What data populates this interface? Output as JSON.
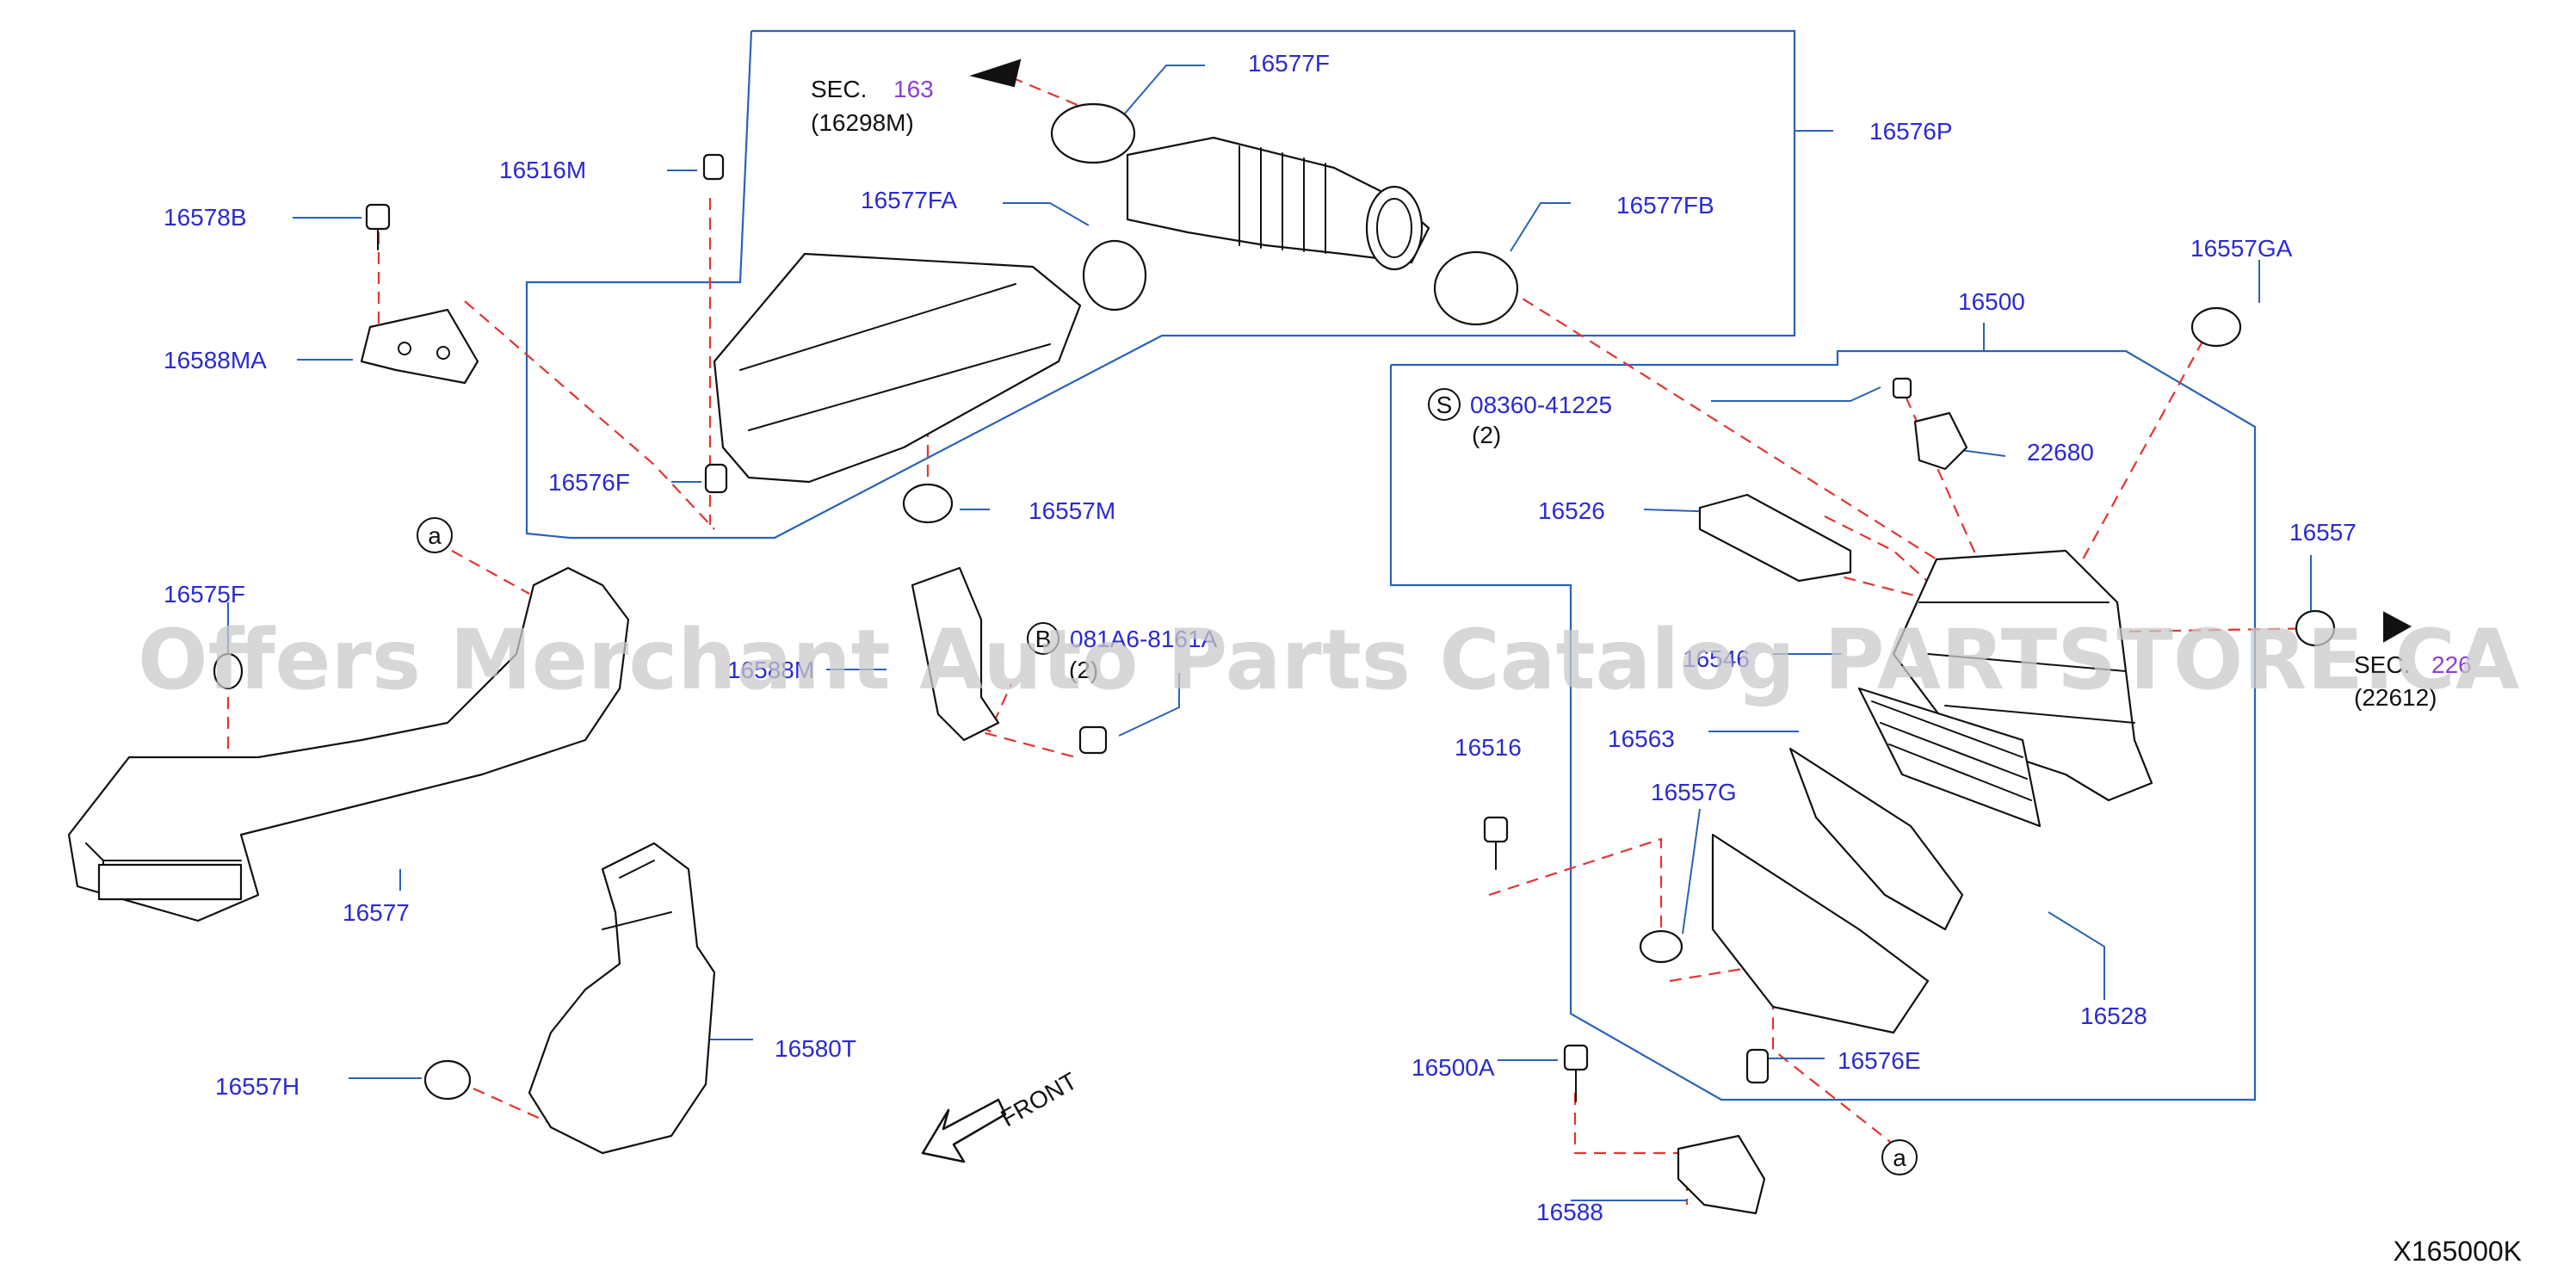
{
  "diagram": {
    "watermark": "Offers Merchant Auto Parts Catalog PARTSTORE.CA",
    "diagram_code": "X165000K",
    "front_label": "FRONT",
    "section_refs": {
      "sec163": {
        "prefix": "SEC.",
        "number": "163",
        "sub": "(16298M)"
      },
      "sec226": {
        "prefix": "SEC.",
        "number": "226",
        "sub": "(22612)"
      }
    },
    "bolt_refs": {
      "s_bolt": {
        "symbol": "S",
        "number": "08360-41225",
        "qty": "(2)"
      },
      "b_bolt": {
        "symbol": "B",
        "number": "081A6-8161A",
        "qty": "(2)"
      }
    },
    "ref_markers": {
      "a1": "a",
      "a2": "a"
    },
    "parts": {
      "p16577F": "16577F",
      "p16576P": "16576P",
      "p16516M": "16516M",
      "p16578B": "16578B",
      "p16577FA": "16577FA",
      "p16577FB": "16577FB",
      "p16557GA": "16557GA",
      "p16500": "16500",
      "p16588MA": "16588MA",
      "p22680": "22680",
      "p16576F": "16576F",
      "p16526": "16526",
      "p16557M": "16557M",
      "p16557": "16557",
      "p16575F": "16575F",
      "p16588M": "16588M",
      "p16546": "16546",
      "p16563": "16563",
      "p16516": "16516",
      "p16557G": "16557G",
      "p16577": "16577",
      "p16528": "16528",
      "p16580T": "16580T",
      "p16500A": "16500A",
      "p16576E": "16576E",
      "p16557H": "16557H",
      "p16588": "16588"
    }
  }
}
